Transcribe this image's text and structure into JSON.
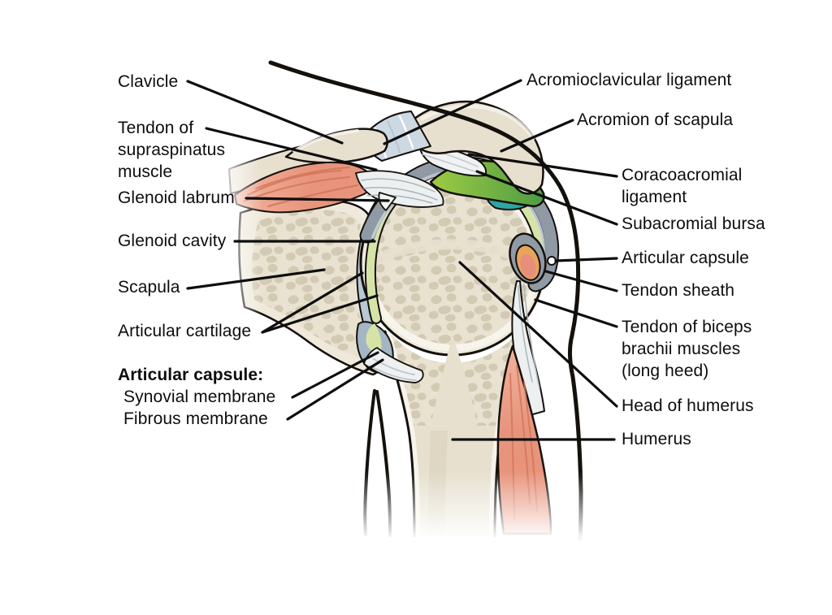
{
  "labels": {
    "clavicle": "Clavicle",
    "tendon_supraspinatus": "Tendon of\nsupraspinatus\nmuscle",
    "glenoid_labrum": "Glenoid labrum",
    "glenoid_cavity": "Glenoid cavity",
    "scapula": "Scapula",
    "articular_cartilage": "Articular cartilage",
    "articular_capsule_heading": "Articular capsule:",
    "synovial_membrane": "Synovial membrane",
    "fibrous_membrane": "Fibrous membrane",
    "acromioclavicular_ligament": "Acromioclavicular ligament",
    "acromion_of_scapula": "Acromion of scapula",
    "coracoacromial_ligament": "Coracoacromial\nligament",
    "subacromial_bursa": "Subacromial bursa",
    "articular_capsule_right": "Articular capsule",
    "tendon_sheath": "Tendon sheath",
    "tendon_biceps": "Tendon of biceps\nbrachii muscles\n(long heed)",
    "head_of_humerus": "Head of humerus",
    "humerus": "Humerus"
  },
  "colors": {
    "background": "#ffffff",
    "label_text": "#0d0d0d",
    "leader_line": "#0e0e0e",
    "outline": "#14100c",
    "bone_cortical": "#efe9db",
    "bone_fill": "#e7e0cf",
    "bone_interior": "#e9e2d1",
    "bone_trabecular": "#d3cab3",
    "bone_highlight": "#f7f4ec",
    "muscle": "#e8947c",
    "muscle_streak": "#d1755a",
    "muscle_light": "#f2b29c",
    "tendon": "#edf0f0",
    "tendon_streak": "#aab4ba",
    "ac_ligament": "#ccd8e2",
    "coracoacromial_ligament": "#f0f2f3",
    "bursa_green": "#9ecb44",
    "bursa_green_dark": "#4e9c44",
    "teal": "#2ca6a4",
    "capsule_gray": "#8f9aa5",
    "capsule_light": "#ccd4da",
    "synovial_blue": "#b8c8d5",
    "cartilage_green": "#d6e3a7",
    "sheath_rim": "#e8a45b",
    "sheath_core": "#e78e7c"
  }
}
